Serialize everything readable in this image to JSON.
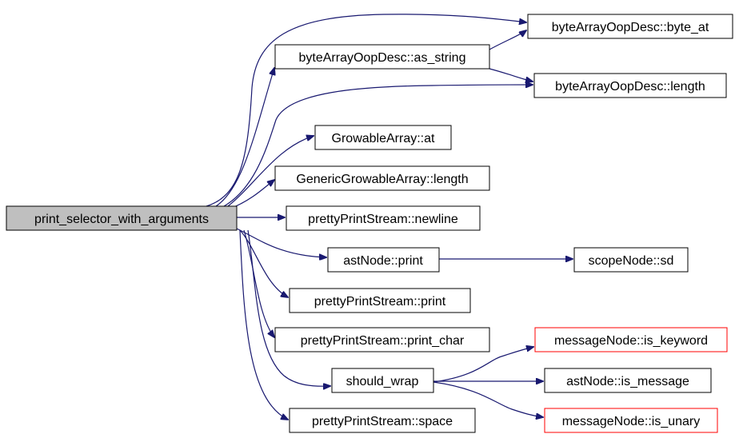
{
  "colors": {
    "edge": "#191970",
    "root_fill": "#bfbfbf",
    "node_fill": "#ffffff",
    "node_border": "#000000",
    "truncated_border": "#ff0000"
  },
  "nodes": {
    "root": {
      "label": "print_selector_with_arguments"
    },
    "byte_at": {
      "label": "byteArrayOopDesc::byte_at"
    },
    "as_string": {
      "label": "byteArrayOopDesc::as_string"
    },
    "ba_length": {
      "label": "byteArrayOopDesc::length"
    },
    "ga_at": {
      "label": "GrowableArray::at"
    },
    "gga_length": {
      "label": "GenericGrowableArray::length"
    },
    "newline": {
      "label": "prettyPrintStream::newline"
    },
    "ast_print": {
      "label": "astNode::print"
    },
    "scope_sd": {
      "label": "scopeNode::sd"
    },
    "pps_print": {
      "label": "prettyPrintStream::print"
    },
    "print_char": {
      "label": "prettyPrintStream::print_char"
    },
    "is_keyword": {
      "label": "messageNode::is_keyword"
    },
    "should_wrap": {
      "label": "should_wrap"
    },
    "is_message": {
      "label": "astNode::is_message"
    },
    "is_unary": {
      "label": "messageNode::is_unary"
    },
    "space": {
      "label": "prettyPrintStream::space"
    }
  }
}
